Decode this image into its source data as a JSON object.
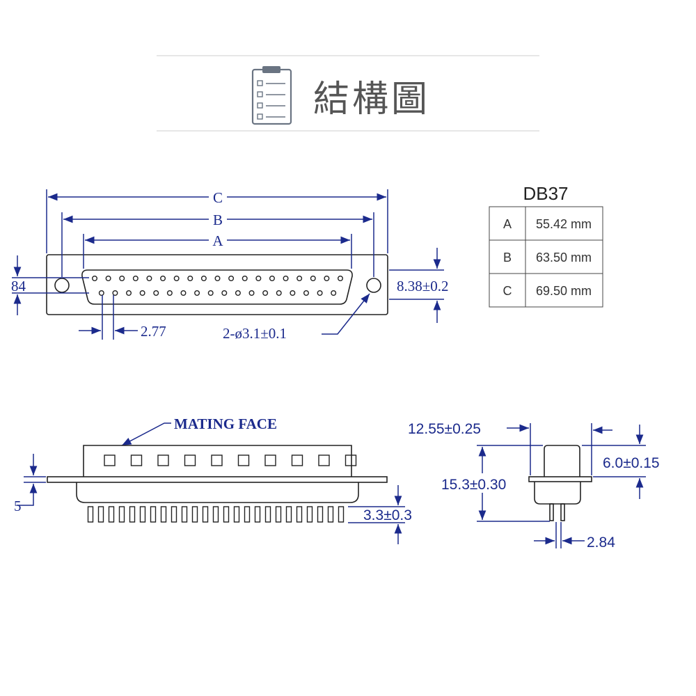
{
  "header": {
    "title": "結構圖",
    "icon": "clipboard-checklist-icon"
  },
  "colors": {
    "dimension": "#1b2a8c",
    "outline": "#222222",
    "title": "#555555"
  },
  "front_view": {
    "label_c": "C",
    "label_b": "B",
    "label_a": "A",
    "left_height": "84",
    "right_height": "8.38±0.2",
    "pitch": "2.77",
    "hole": "2-ø3.1±0.1",
    "top_row_pins": 19,
    "bottom_row_pins": 18
  },
  "side_view": {
    "mating_face": "MATING FACE",
    "flange": "5",
    "pin_length": "3.3±0.3",
    "face_squares": 10,
    "pins": 25
  },
  "profile_view": {
    "depth": "12.55±0.25",
    "height": "15.3±0.30",
    "shell": "6.0±0.15",
    "pin_pitch": "2.84"
  },
  "table": {
    "title": "DB37",
    "rows": [
      {
        "key": "A",
        "value": "55.42 mm"
      },
      {
        "key": "B",
        "value": "63.50 mm"
      },
      {
        "key": "C",
        "value": "69.50 mm"
      }
    ]
  }
}
